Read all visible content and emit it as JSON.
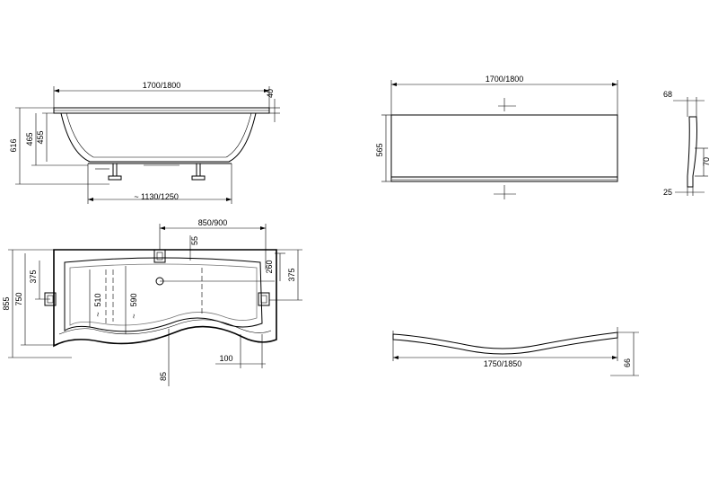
{
  "side_view": {
    "width": "1700/1800",
    "rim": "40",
    "height_total": "616",
    "height_mid": "465",
    "height_inner": "455",
    "base": "1130/1250",
    "approx": "~"
  },
  "panel_front": {
    "width": "1700/1800",
    "height": "565"
  },
  "panel_profile": {
    "top": "68",
    "middle": "70",
    "bottom": "25"
  },
  "top_view": {
    "width": "850/900",
    "drain_offset": "55",
    "depth_total": "855",
    "depth_mid": "750",
    "left_375": "375",
    "right_260": "260",
    "right_375": "375",
    "inner_510": "510",
    "inner_590": "590",
    "bottom_100": "100",
    "bottom_85": "85",
    "approx": "~"
  },
  "curved_panel": {
    "width": "1750/1850",
    "height": "66"
  }
}
